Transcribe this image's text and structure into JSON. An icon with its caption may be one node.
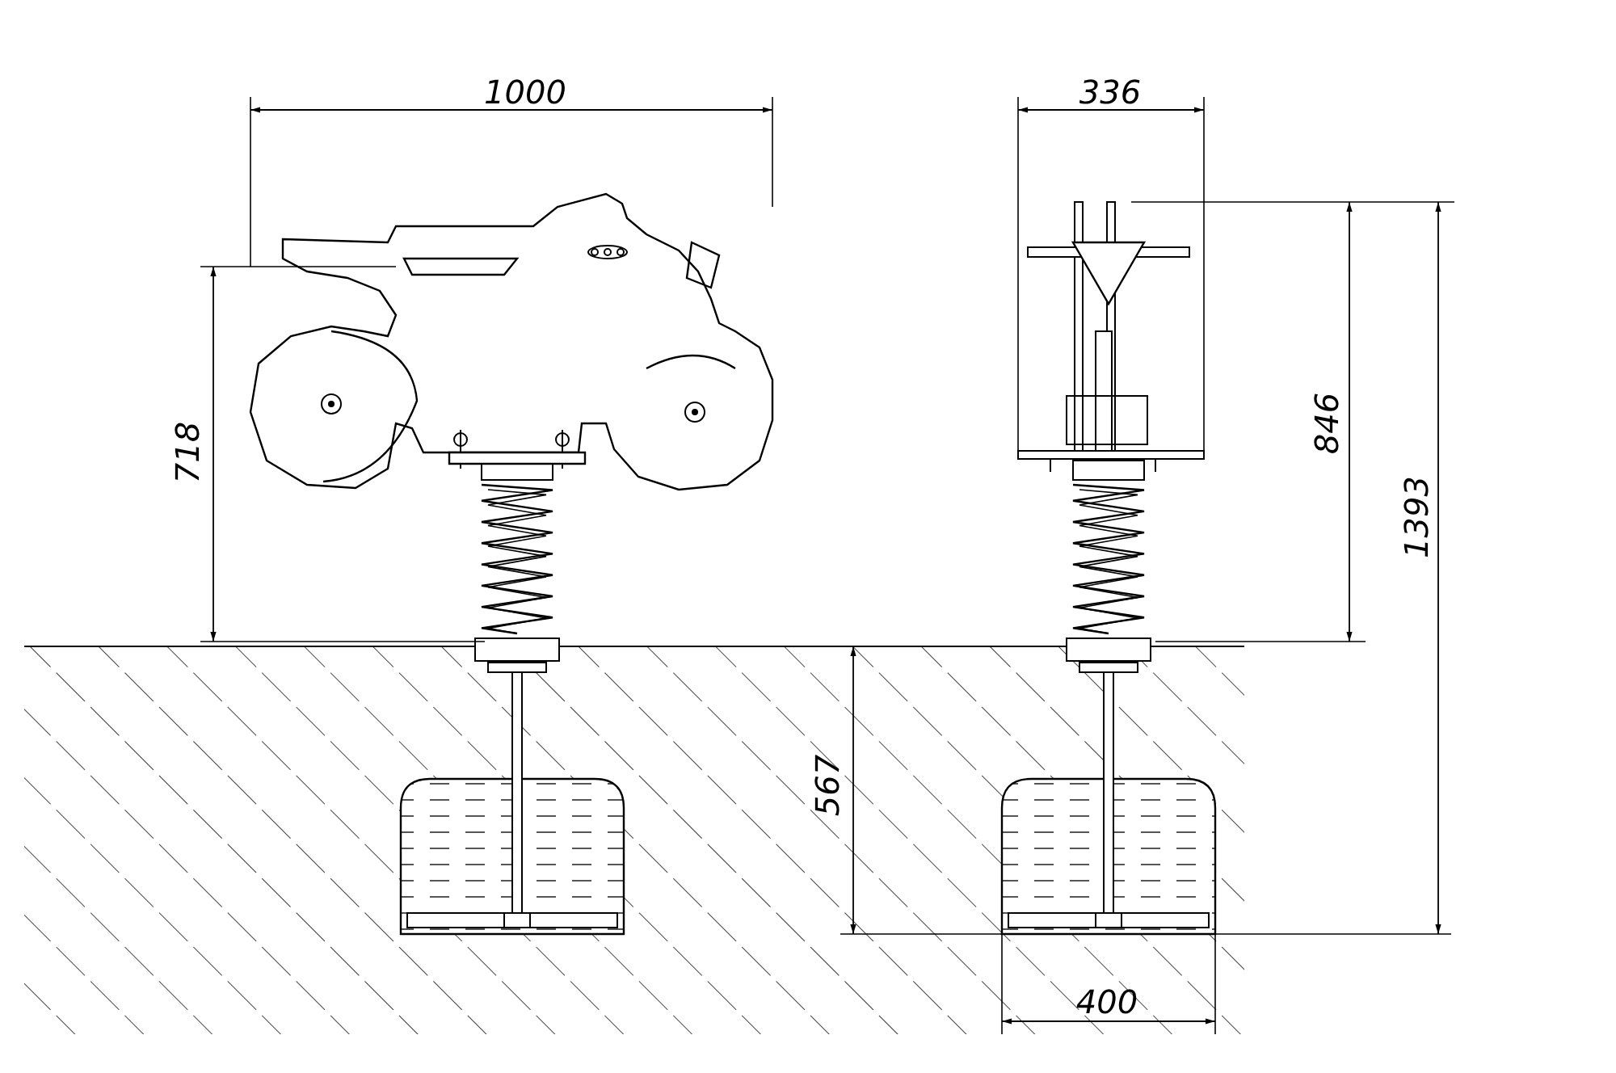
{
  "diagram": {
    "labels": [
      "1000",
      "336",
      "718",
      "846",
      "1393",
      "567",
      "400"
    ]
  }
}
